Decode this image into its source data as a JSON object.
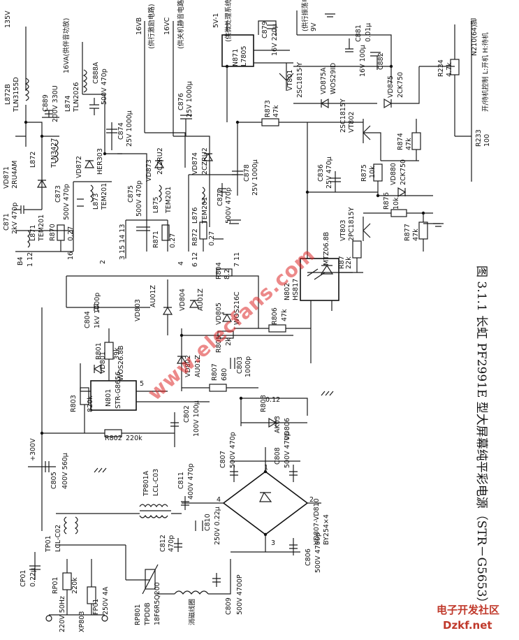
{
  "caption": "图 3.1.1  长虹 PF2991E 型大屏幕纯平彩电源（STR－G5653）",
  "watermark": "www.elecfans.com",
  "brand_cn": "电子开发社区",
  "brand_url": "Dzkf.net",
  "labels": {
    "v135": "135V",
    "l872b": "L872B",
    "l872b_type": "TLN3155D",
    "c889": "C889",
    "c889_val": "200V 330U",
    "l872": "L872",
    "l872_type": "TLN3427",
    "vd871": "VD871",
    "vd871_type": "2RU4AM",
    "c871": "C871",
    "c871_val": "2kV 470p",
    "l871": "L871",
    "l871_type": "TEM201",
    "b4": "B4",
    "pin12": "1 12",
    "v16va": "16VA(供伴音功放)",
    "l874": "L874",
    "l874_type": "TLN2026",
    "c888a": "C888A",
    "c888a_val": "500V 470p",
    "vd872": "VD872",
    "vd872_type": "HER303",
    "c873": "C873",
    "c873_val": "500V 470p",
    "l873": "L873",
    "l873_type": "TEM201",
    "r870": "R870",
    "r870_val": "0.27",
    "pin16": "16",
    "c874": "C874",
    "c874_val": "25V 1000μ",
    "v16vb": "16VB",
    "v16vb_note": "(供行激励电路)",
    "v16vc": "16VC",
    "v16vc_note": "(供关机静音电路)",
    "c875": "C875",
    "c875_val": "500V 470p",
    "vd873": "VD873",
    "vd873_type": "2CZRU2",
    "l875": "L875",
    "l875_type": "TEM201",
    "c876": "C876",
    "c876_val": "25V 1000μ",
    "r871": "R871",
    "r871_val": "0.27",
    "pins_315_14_13": "3 15  14  13",
    "pin2": "2",
    "vd874": "VD874",
    "vd874_type": "2CZRU2",
    "l876": "L876",
    "l876_type": "TEM201",
    "c877": "C877",
    "c877_val": "500V 470p",
    "r872": "R872",
    "r872_val": "0.27",
    "pin4": "4",
    "pin612": "6 12",
    "pin711": "7 11",
    "c878": "C878",
    "c878_val": "25V 1000μ",
    "v5v1": "5V-1",
    "v5v1_note": "(供微处理系统)",
    "n871": "N871",
    "n871_type": "L7805",
    "c879": "C879",
    "c879_val": "16V 220μ",
    "vt801": "VT801",
    "vt801_type": "2SC1815-Y",
    "vd875a": "VD875A",
    "vd875a_type": "WOS29ID",
    "v9v": "9V",
    "v9v_note": "(供行振荡电路)",
    "c881": "C881",
    "c881_val": "0.01μ",
    "c882": "C882",
    "c882_val": "16V 100μ",
    "vd875": "VD875",
    "vd875_type": "2CK750",
    "r234": "R234",
    "r234_val": "4.7k",
    "n210": "N210(64)脚",
    "n210_note": "开/待机控制 L:开机 H:待机",
    "r873": "R873",
    "r873_val": "47k",
    "vt802": "VT802",
    "vt802_type": "2SC1815Y",
    "r874": "R874",
    "r874_val": "47k",
    "r233": "R233",
    "r233_val": "100",
    "c836": "C836",
    "c836_val": "25V 470μ",
    "r875": "R875",
    "r875_val": "10k",
    "vd880": "VD880",
    "vd880_type": "2CK750",
    "r876": "R876",
    "r876_val": "10k",
    "vt803": "VT803",
    "vt803_type": "2PC1815Y",
    "r877": "R877",
    "r877_val": "47k",
    "r878": "R87",
    "r878_val": "22k",
    "vd_mtz": "MTZ06.8B",
    "n802": "N802",
    "n802_type": "HS817",
    "c804": "C804",
    "c804_val": "1kV 1000p",
    "vd803": "VD803",
    "vd803_type": "AU01Z",
    "vd804": "VD804",
    "vd804_type": "AU01Z",
    "r804": "R804",
    "r804_val": "8.2",
    "vd805": "VD805",
    "vd805_type": "WOS216C",
    "r806": "R806",
    "r806_val": "47k",
    "r801": "R801",
    "r801_val": "39k",
    "vd801": "VD801",
    "vd801_type": "WOS26.8B",
    "r805": "R805",
    "r805_val": "2k",
    "vd802": "VD802",
    "vd802_type": "AU01Z",
    "c803": "C803",
    "c803_val": "1000p",
    "r807": "R807",
    "r807_val": "680",
    "n801": "N801",
    "n801_type": "STR-G8656",
    "r803": "R803",
    "r803_val": "820k",
    "r808": "R808",
    "r808_val": "0.12",
    "vd806": "VD806",
    "vd806_type": "AK03",
    "r802": "R802",
    "r802_val": "220k",
    "c802": "C802",
    "c802_val": "100V 100μ",
    "v300": "+300V",
    "c805": "C805",
    "c805_val": "400V 560μ",
    "c807": "C807",
    "c807_val": "500V 470p",
    "c808": "C808",
    "c808_val": "500V 470p",
    "tp801a": "TP801A",
    "tp801a_type": "LCL-C03",
    "c811": "C811",
    "c811_val": "400V 470p",
    "vd807": "VD807-VD810",
    "vd807_type": "BY254×4",
    "c810": "C810",
    "c810_val": "250V 0.22μ",
    "c812": "C812",
    "c812_val": "470p",
    "c806": "C806",
    "c806_val": "500V 4700p",
    "tp01": "TP01",
    "tp01_type": "LCL-C02",
    "cp01": "CP01",
    "cp01_val": "0.22μ",
    "rp01": "RP01",
    "rp01_val": "220k",
    "fp01": "FP01",
    "fp01_val": "250V 4A",
    "ac_in": "220V 50Hz",
    "xp803": "XP803",
    "rp801": "RP801",
    "rp801_type": "TPDDB",
    "rp801_model": "18F6R5Q200",
    "degauss": "消磁线圈",
    "c809": "C809",
    "c809_val": "500V 4700P",
    "n1": "1",
    "n2": "2",
    "n3": "3",
    "n4": "4",
    "n5": "5"
  }
}
